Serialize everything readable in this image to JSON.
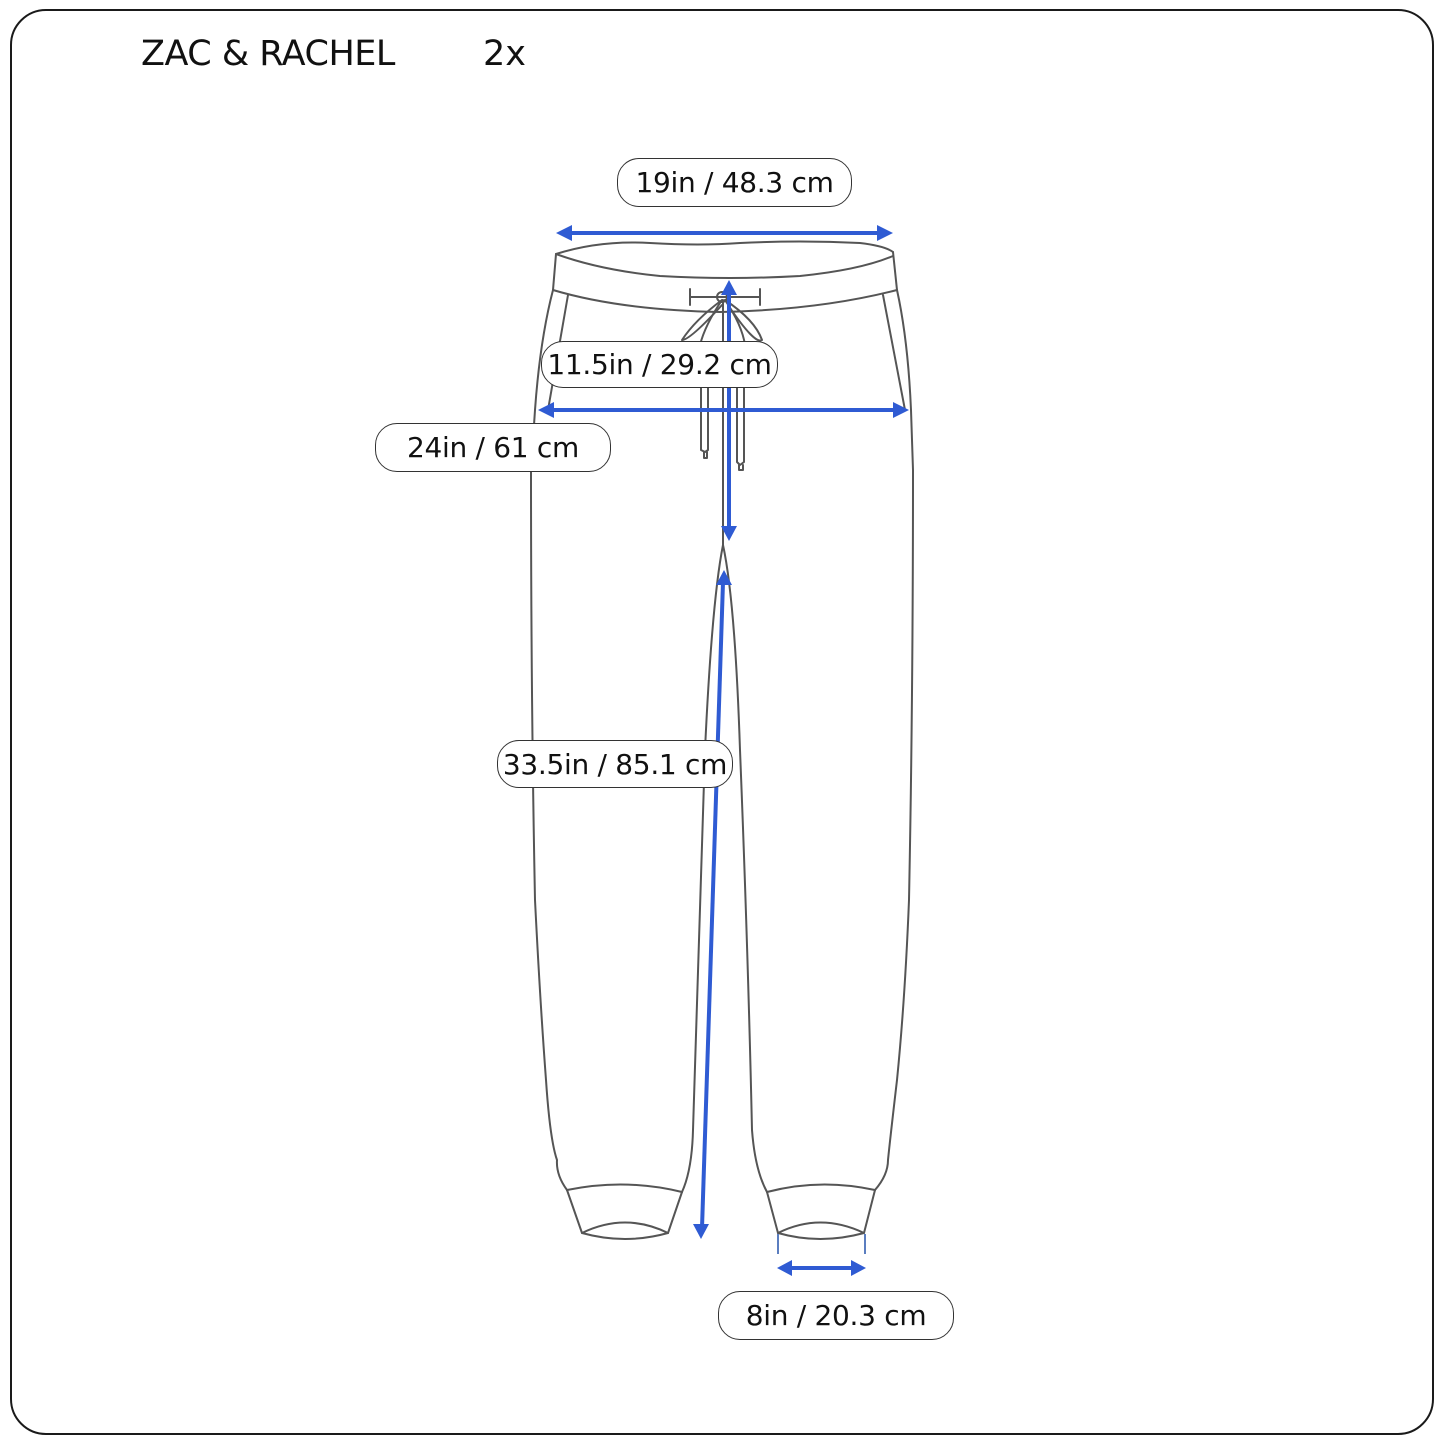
{
  "header": {
    "brand": "ZAC & RACHEL",
    "size": "2x"
  },
  "colors": {
    "arrow": "#2f5bd3",
    "outline": "#555555",
    "frame": "#1a1a1a"
  },
  "measurements": [
    {
      "id": "waist",
      "label": "19in / 48.3 cm",
      "orientation": "horizontal"
    },
    {
      "id": "rise",
      "label": "11.5in / 29.2 cm",
      "orientation": "vertical"
    },
    {
      "id": "hip",
      "label": "24in / 61 cm",
      "orientation": "horizontal"
    },
    {
      "id": "inseam",
      "label": "33.5in / 85.1 cm",
      "orientation": "vertical"
    },
    {
      "id": "leg_opening",
      "label": "8in / 20.3 cm",
      "orientation": "horizontal"
    }
  ]
}
